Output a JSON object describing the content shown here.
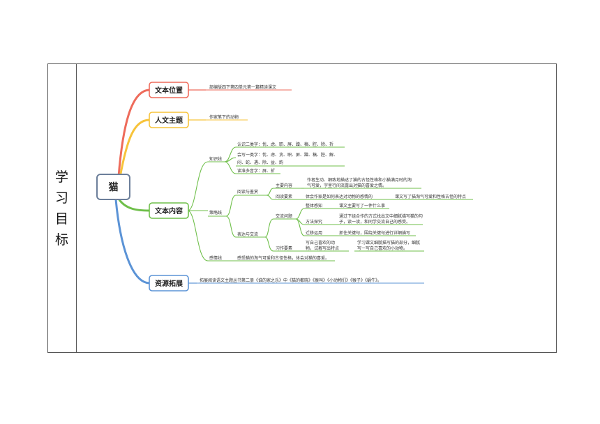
{
  "side_label": [
    "学",
    "习",
    "目",
    "标"
  ],
  "colors": {
    "red": "#ee6b5b",
    "yellow": "#f7c33a",
    "green": "#6fbf4a",
    "blue": "#5b93d6",
    "root_border": "#6c7f9a"
  },
  "root": "猫",
  "branches": {
    "position": {
      "label": "文本位置",
      "note": "部编版四下第四单元第一篇精读课文"
    },
    "theme": {
      "label": "人文主题",
      "note": "作家笔下的动物"
    },
    "content": {
      "label": "文本内容",
      "knowledge": {
        "label": "知识线",
        "items": [
          "认识二类字：忧、虑、职、屏、蹭、稿、腔、除、折",
          "会写一类字：忧、虑、贪、职、屏、蹭、稿、腔、解、",
          "闷、蛇、遇、除、益、韵",
          "读准多音字：屏、折"
        ]
      },
      "strategy": {
        "label": "策略线",
        "reading": {
          "label": "阅读与鉴赏",
          "main_content": {
            "label": "主要内容",
            "text1": "作者生动、细致地描述了猫的古怪性格和小猫满月时的淘",
            "text2": "气可爱，字里行间流露出对猫的喜爱之情。"
          },
          "essentials": {
            "label": "阅读要素",
            "text": "体会作家是如何表达对动物的感情的",
            "result": "课文写了猫淘气可爱和性格古怪的特点"
          }
        },
        "express": {
          "label": "表达与交流",
          "exchange": {
            "label": "交流问题",
            "overall": {
              "label": "整体感知",
              "text": "课文主要写了一件什么事"
            },
            "method": {
              "label": "方法探究",
              "text1": "通过下组合作的方式找出文中细腻描写猫的句",
              "text2": "子，读一读，和同学交流自己的感受。"
            },
            "transfer": {
              "label": "迁移运用",
              "text": "抓住关键句，围绕关键句进行详细描写"
            }
          },
          "writing": {
            "label": "习作要素",
            "text1": "写自己喜欢的动",
            "text2": "物，试着写出特点",
            "result1": "学习课文细腻描写猫的部分，细腻",
            "result2": "写一写自己喜欢的小动物。"
          }
        }
      },
      "emotion": {
        "label": "感情线",
        "text": "感受猫的淘气可爱和古怪性格，体会对猫的喜爱。"
      }
    },
    "resources": {
      "label": "资源拓展",
      "note": "拓展阅读语文主题丛书第二册《谁的家之乐》中《猫的都晓》《猴叫》《小动物们》《猴子》《蜗牛》。"
    }
  }
}
